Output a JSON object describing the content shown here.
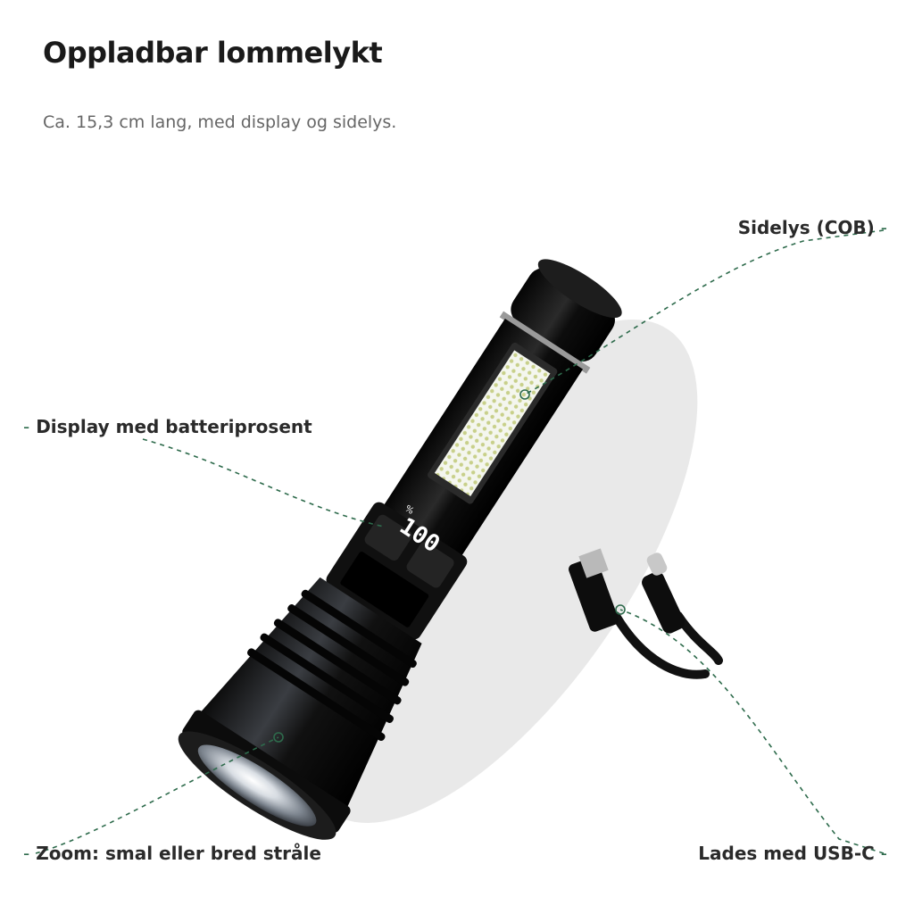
{
  "header": {
    "title": "Oppladbar lommelykt",
    "subtitle": "Ca. 15,3 cm lang, med display og sidelys."
  },
  "callouts": {
    "side_light": "Sidelys (COB)",
    "display": "Display med batteriprosent",
    "zoom": "Zoom: smal eller bred stråle",
    "charging": "Lades med USB-C"
  },
  "product": {
    "display_value": "100",
    "display_unit": "%"
  },
  "colors": {
    "leader_line": "#2e6b4c",
    "body": "#151515"
  }
}
